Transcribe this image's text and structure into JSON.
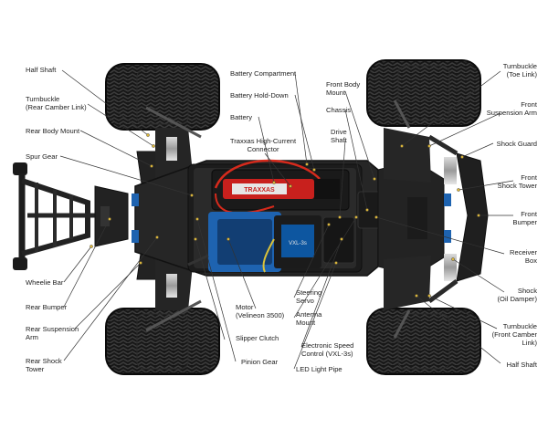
{
  "labels": {
    "half_shaft_rear": [
      "Half Shaft"
    ],
    "turnbuckle_rear": [
      "Turnbuckle",
      "(Rear Camber Link)"
    ],
    "rear_body_mount": [
      "Rear Body Mount"
    ],
    "spur_gear": [
      "Spur Gear"
    ],
    "wheelie_bar": [
      "Wheelie Bar"
    ],
    "rear_bumper": [
      "Rear Bumper"
    ],
    "rear_suspension_arm": [
      "Rear Suspension",
      "Arm"
    ],
    "rear_shock_tower": [
      "Rear Shock",
      "Tower"
    ],
    "battery_compartment": [
      "Battery Compartment"
    ],
    "battery_hold_down": [
      "Battery Hold-Down"
    ],
    "battery": [
      "Battery"
    ],
    "high_current_connector": [
      "Traxxas High-Current",
      "Connector"
    ],
    "front_body_mount": [
      "Front Body",
      "Mount"
    ],
    "chassis": [
      "Chassis"
    ],
    "drive_shaft": [
      "Drive",
      "Shaft"
    ],
    "motor": [
      "Motor",
      "(Velineon 3500)"
    ],
    "slipper_clutch": [
      "Slipper Clutch"
    ],
    "pinion_gear": [
      "Pinion Gear"
    ],
    "steering_servo": [
      "Steering",
      "Servo"
    ],
    "antenna_mount": [
      "Antenna",
      "Mount"
    ],
    "esc": [
      "Electronic Speed",
      "Control (VXL-3s)"
    ],
    "led_light_pipe": [
      "LED Light Pipe"
    ],
    "turnbuckle_toe": [
      "Turnbuckle",
      "(Toe Link)"
    ],
    "front_suspension_arm": [
      "Front",
      "Suspension Arm"
    ],
    "shock_guard": [
      "Shock Guard"
    ],
    "front_shock_tower": [
      "Front",
      "Shock Tower"
    ],
    "front_bumper": [
      "Front",
      "Bumper"
    ],
    "receiver_box": [
      "Receiver",
      "Box"
    ],
    "shock": [
      "Shock",
      "(Oil Damper)"
    ],
    "turnbuckle_front": [
      "Turnbuckle",
      "(Front Camber",
      "Link)"
    ],
    "half_shaft_front": [
      "Half Shaft"
    ]
  },
  "battery_label_text": "TRAXXAS",
  "esc_label_text": "VXL-3s",
  "colors": {
    "tire": "#151515",
    "tread": "#3a3a3a",
    "chassis": "#2b2b2b",
    "plate": "#1d1d1d",
    "accent_blue": "#1e63b0",
    "battery_red": "#c8201d",
    "wire_red": "#d62a1c",
    "leader": "#333333",
    "dot": "#d9b43a"
  }
}
